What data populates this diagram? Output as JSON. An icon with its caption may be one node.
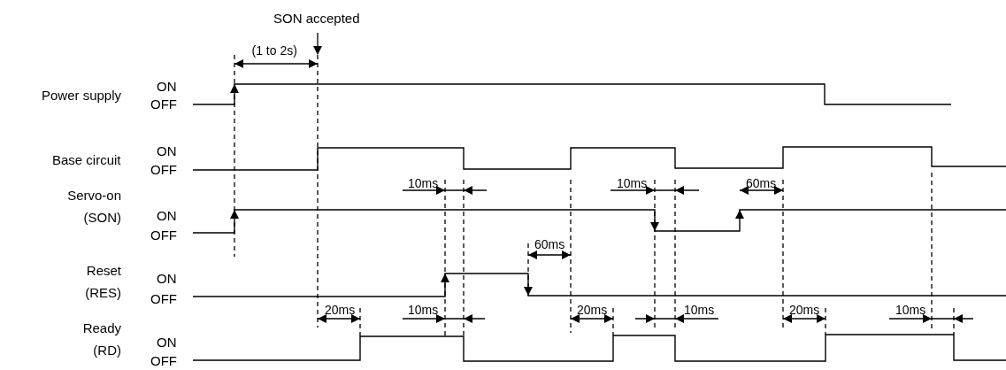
{
  "diagram": {
    "labels": [
      "SON accepted",
      "(1 to 2s)",
      "Power supply",
      "ON",
      "OFF",
      "Base circuit",
      "ON",
      "OFF",
      "10ms",
      "10ms",
      "60ms",
      "Servo-on (SON)",
      "ON",
      "OFF",
      "60ms",
      "Reset (RES)",
      "ON",
      "OFF",
      "20ms",
      "10ms",
      "20ms",
      "10ms",
      "20ms",
      "10ms",
      "Ready (RD)",
      "ON",
      "OFF"
    ]
  }
}
